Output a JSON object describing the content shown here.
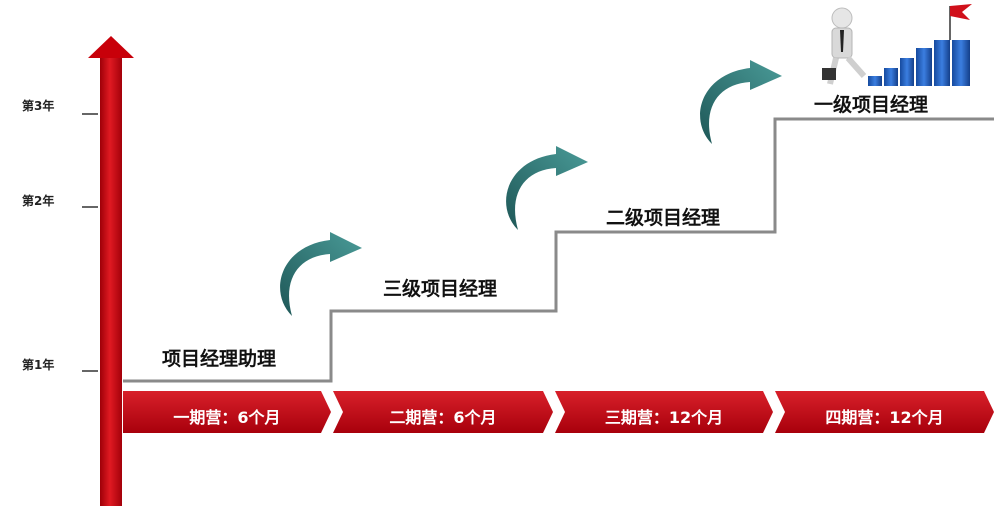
{
  "years": [
    "第3年",
    "第2年",
    "第1年"
  ],
  "steps": [
    "项目经理助理",
    "三级项目经理",
    "二级项目经理",
    "一级项目经理"
  ],
  "phases": [
    "一期营：6个月",
    "二期营：6个月",
    "三期营：12个月",
    "四期营：12个月"
  ],
  "colors": {
    "arrow_red": "#c8000a",
    "phase_red": "#c40f1a",
    "stair_gray": "#8a8a8a",
    "curve_teal": "#2f6f6e",
    "bar_blue": "#1f5fbf"
  },
  "icons": {
    "axis": "up-arrow-icon",
    "curves": "curved-arrow-icon",
    "figure": "businessman-climbing-chart-icon"
  }
}
